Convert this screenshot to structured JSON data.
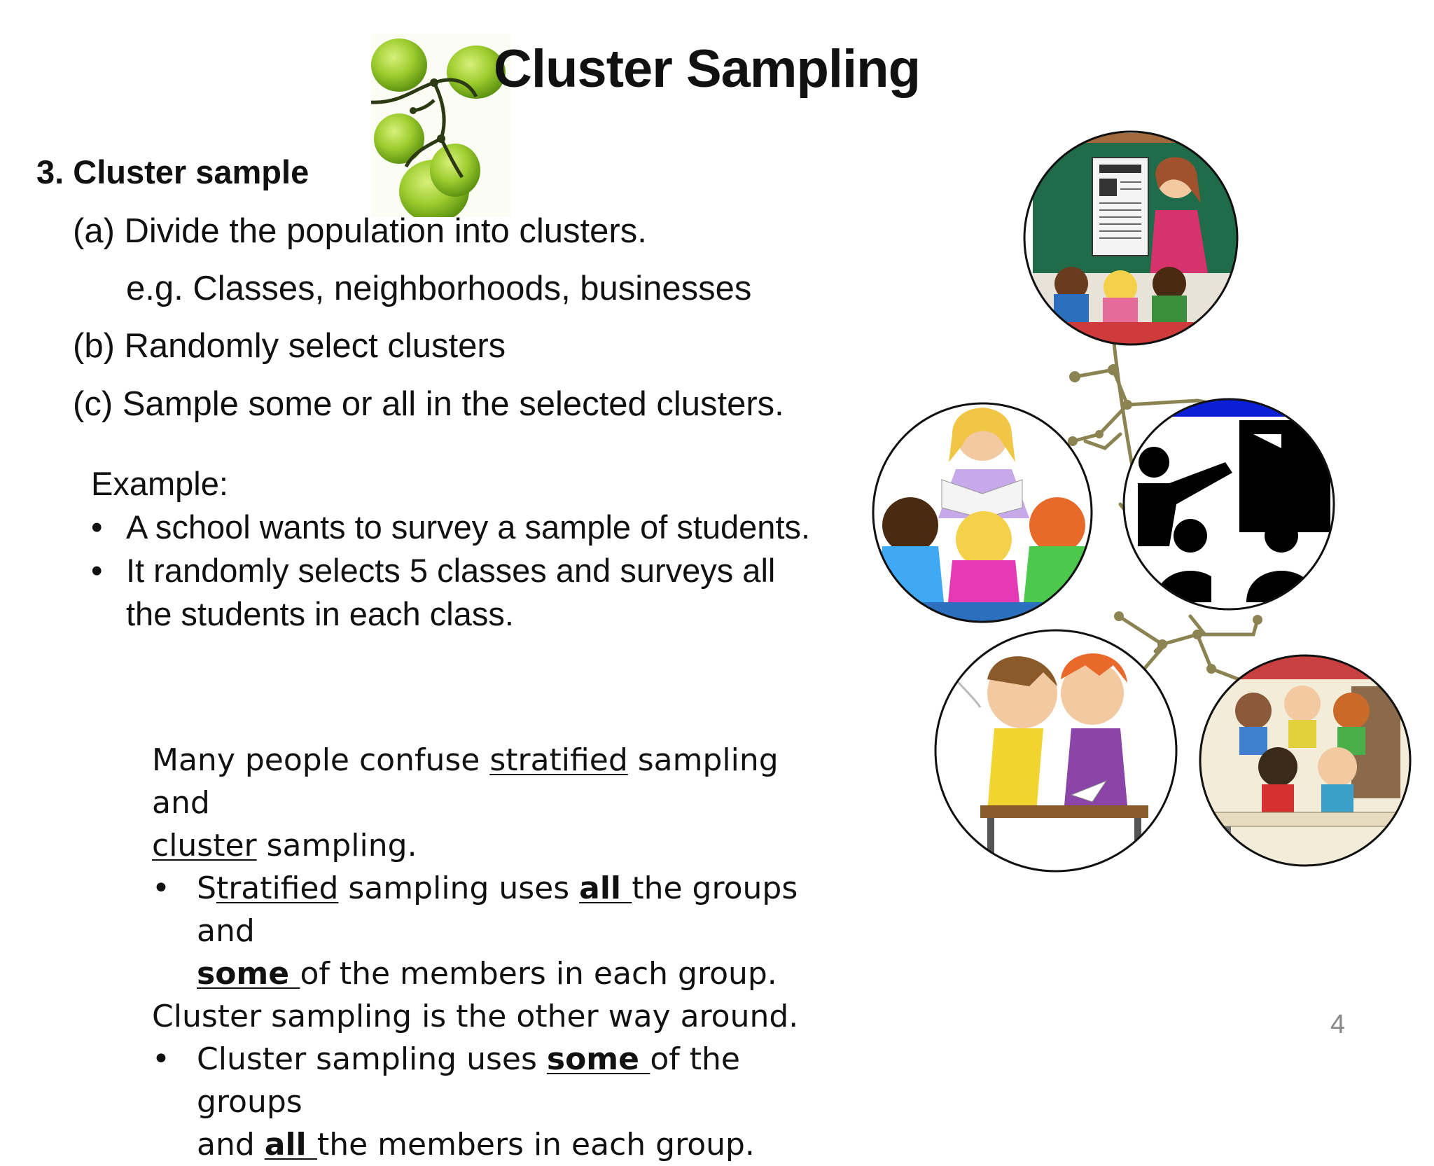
{
  "slide": {
    "title": "Cluster Sampling",
    "section_heading": "3. Cluster sample",
    "steps": [
      "(a) Divide the population into clusters.",
      "e.g. Classes, neighborhoods, businesses",
      "(b) Randomly select clusters",
      "(c) Sample some or all in the selected clusters."
    ],
    "example": {
      "heading": "Example:",
      "bullets": [
        "A school wants to survey a sample of students.",
        "It randomly selects 5 classes and surveys all the students in each class."
      ]
    },
    "note": {
      "intro_1": "Many people confuse ",
      "intro_stratified": "stratified",
      "intro_2": " sampling and",
      "intro_cluster": "cluster",
      "intro_3": " sampling.",
      "b1_s": "S",
      "b1_stratified": "tratified",
      "b1_1": " sampling uses ",
      "b1_all": "all ",
      "b1_2": "the groups and",
      "b1_some": "some ",
      "b1_3": "of the members in each group.",
      "middle": "Cluster sampling is the other way around.",
      "b2_1": "Cluster sampling uses ",
      "b2_some": "some ",
      "b2_2": "of the groups",
      "b2_3": "and ",
      "b2_all": "all ",
      "b2_4": "the members in each group."
    },
    "page_number": "4",
    "bullet_char": "•"
  },
  "icons": {
    "logo": "grape-branch-icon",
    "cluster_images": [
      "classroom-teacher-newspaper-icon",
      "reading-circle-icon",
      "teacher-presentation-icon",
      "students-desk-icon",
      "classroom-students-icon"
    ]
  },
  "colors": {
    "title_text": "#111111",
    "branch": "#8b8452",
    "page_number": "#888888",
    "grape_green": "#8fc22a"
  }
}
